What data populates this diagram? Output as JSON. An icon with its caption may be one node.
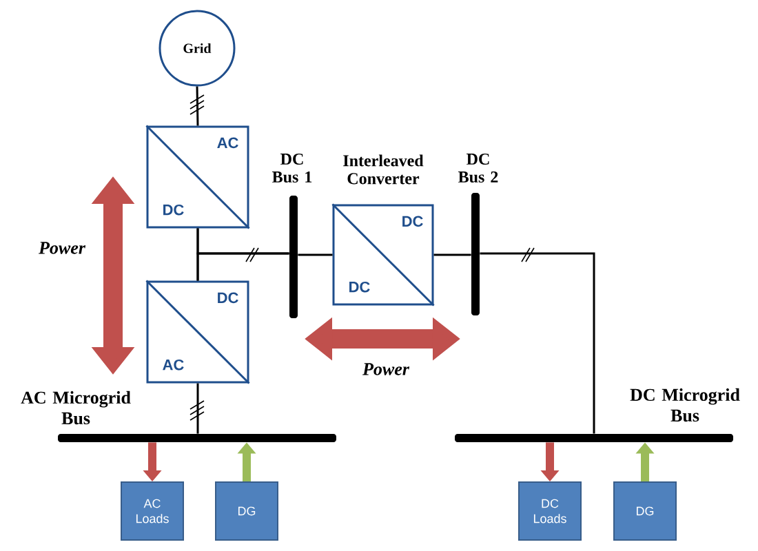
{
  "diagram": {
    "nodes": [
      {
        "text": [
          "Grid"
        ]
      },
      {
        "text": [
          "AC",
          "DC"
        ]
      },
      {
        "text": [
          "DC",
          "AC"
        ]
      },
      {
        "text": [
          "DC Bus 1"
        ]
      },
      {
        "text": [
          "Interleaved Converter",
          "DC",
          "DC"
        ]
      },
      {
        "text": [
          "DC Bus 2"
        ]
      },
      {
        "text": [
          "AC Microgrid Bus"
        ]
      },
      {
        "text": [
          "DC Microgrid Bus"
        ]
      },
      {
        "text": [
          "AC Loads"
        ]
      },
      {
        "text": [
          "DG"
        ]
      },
      {
        "text": [
          "DC Loads"
        ]
      },
      {
        "text": [
          "DG"
        ]
      }
    ],
    "edges": [
      {
        "from": 0,
        "to": 1,
        "arrow": "none"
      },
      {
        "from": 1,
        "to": 2,
        "arrow": "none"
      },
      {
        "from": 1,
        "to": 3,
        "arrow": "none"
      },
      {
        "from": 2,
        "to": 3,
        "arrow": "none"
      },
      {
        "from": 3,
        "to": 4,
        "arrow": "none"
      },
      {
        "from": 4,
        "to": 5,
        "arrow": "none"
      },
      {
        "from": 5,
        "to": 7,
        "arrow": "none"
      },
      {
        "from": 2,
        "to": 6,
        "arrow": "none"
      },
      {
        "from": 6,
        "to": 8,
        "arrow": "to",
        "style": "thick",
        "color": "#c0504d"
      },
      {
        "from": 9,
        "to": 6,
        "arrow": "to",
        "style": "thick",
        "color": "#9bbb59"
      },
      {
        "from": 7,
        "to": 10,
        "arrow": "to",
        "style": "thick",
        "color": "#c0504d"
      },
      {
        "from": 11,
        "to": 7,
        "arrow": "to",
        "style": "thick",
        "color": "#9bbb59"
      }
    ],
    "labels": [
      "Power",
      "Power"
    ]
  }
}
